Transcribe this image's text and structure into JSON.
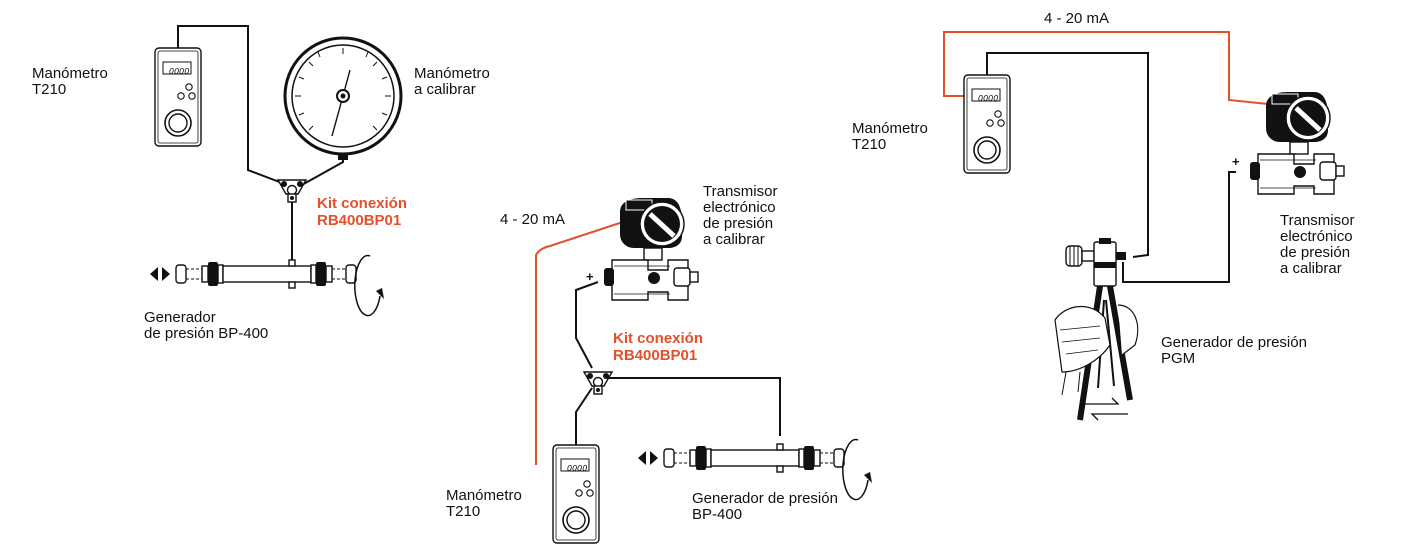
{
  "panels": {
    "left": {
      "gauge_label": [
        "Manómetro",
        "T210"
      ],
      "dial_label": [
        "Manómetro",
        "a calibrar"
      ],
      "kit_label": [
        "Kit conexión",
        "RB400BP01"
      ],
      "generator_label": [
        "Generador",
        "de presión BP-400"
      ],
      "display": "0000"
    },
    "middle": {
      "signal_label": "4 - 20 mA",
      "transmitter_label": [
        "Transmisor",
        "electrónico",
        "de presión",
        "a calibrar"
      ],
      "kit_label": [
        "Kit conexión",
        "RB400BP01"
      ],
      "gauge_label": [
        "Manómetro",
        "T210"
      ],
      "generator_label": [
        "Generador de presión",
        "BP-400"
      ],
      "plus_sign": "+",
      "display": "0000"
    },
    "right": {
      "signal_label": "4 - 20 mA",
      "gauge_label": [
        "Manómetro",
        "T210"
      ],
      "transmitter_label": [
        "Transmisor",
        "electrónico",
        "de presión",
        "a calibrar"
      ],
      "generator_label": [
        "Generador de presión",
        "PGM"
      ],
      "plus_sign": "+",
      "display": "0000"
    }
  },
  "colors": {
    "accent": "#e2502c",
    "line": "#111111"
  }
}
